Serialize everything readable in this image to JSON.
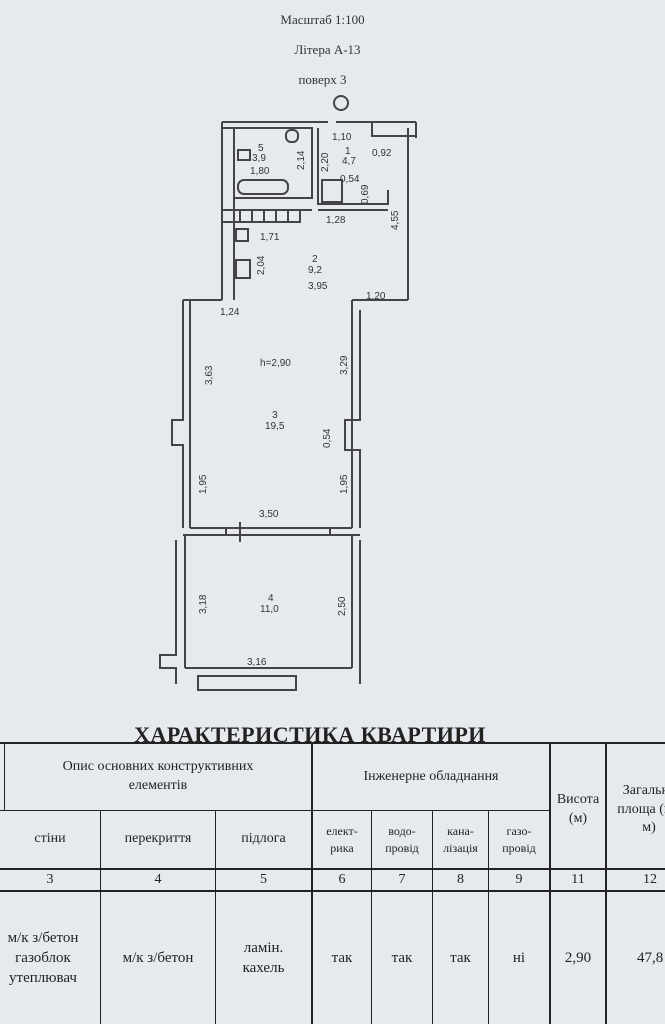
{
  "header": {
    "scale": "Масштаб 1:100",
    "letter": "Літера  А-13",
    "floor": "поверх   3"
  },
  "plan": {
    "height_note": "h=2,90",
    "rooms": [
      {
        "number": "5",
        "area": "3,9"
      },
      {
        "number": "1",
        "area": "4,7"
      },
      {
        "number": "2",
        "area": "9,2"
      },
      {
        "number": "3",
        "area": "19,5"
      },
      {
        "number": "4",
        "area": "11,0"
      }
    ],
    "dimensions": [
      "1,10",
      "0,92",
      "2,14",
      "2,20",
      "1,80",
      "0,54",
      "0,69",
      "4,55",
      "1,28",
      "1,71",
      "2,04",
      "3,95",
      "1,20",
      "1,24",
      "3,63",
      "3,29",
      "0,54",
      "1,95",
      "1,95",
      "3,50",
      "3,18",
      "2,50",
      "3,16"
    ]
  },
  "table": {
    "title": "ХАРАКТЕРИСТИКА КВАРТИРИ",
    "group_construct": "Опис основних конструктивних елементів",
    "group_engineering": "Інженерне обладнання",
    "height_header": "Висота (м)",
    "area_header": "Загальна площа (кв. м)",
    "columns": [
      "стіни",
      "перекриття",
      "підлога",
      "елект-рика",
      "водо-провід",
      "кана-лізація",
      "газо-провід"
    ],
    "numbers": [
      "3",
      "4",
      "5",
      "6",
      "7",
      "8",
      "9",
      "11",
      "12"
    ],
    "row": [
      "м/к з/бетон газоблок утеплювач",
      "м/к з/бетон",
      "ламін. кахель",
      "так",
      "так",
      "так",
      "ні",
      "2,90",
      "47,8"
    ]
  }
}
